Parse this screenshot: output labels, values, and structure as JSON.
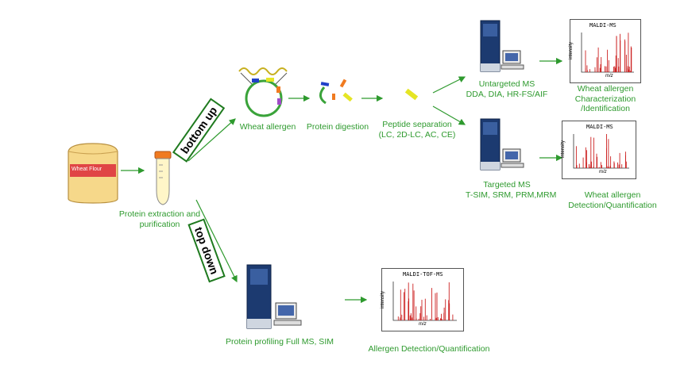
{
  "flour_label": "Wheat Flour",
  "labels": {
    "extraction": [
      "Protein extraction and",
      "purification"
    ],
    "wheat_allergen": "Wheat allergen",
    "protein_digestion": "Protein digestion",
    "peptide_separation": [
      "Peptide separation",
      "(LC, 2D-LC, AC, CE)"
    ],
    "untargeted": [
      "Untargeted MS",
      "DDA, DIA, HR-FS/AIF"
    ],
    "targeted": [
      "Targeted MS",
      "T-SIM, SRM, PRM,MRM"
    ],
    "characterization": [
      "Wheat allergen",
      "Characterization",
      "/Identification"
    ],
    "detection": [
      "Wheat allergen",
      "Detection/Quantification"
    ],
    "profiling": "Protein profiling Full MS, SIM",
    "allergen_detection": "Allergen Detection/Quantification"
  },
  "tags": {
    "bottom_up": "bottom up",
    "top_down": "top down"
  },
  "spectra": [
    {
      "title": "MALDI-MS",
      "ylabel": "intensity",
      "xlabel": "m/z"
    },
    {
      "title": "MALDI-MS",
      "ylabel": "intensity",
      "xlabel": "m/z"
    },
    {
      "title": "MALDI-TOF-MS",
      "ylabel": "intensity",
      "xlabel": "m/z"
    }
  ],
  "colors": {
    "arrow": "#2e9a2e",
    "label": "#2e9a2e",
    "peaks": "#cc2222",
    "tag_border": "#1f7a1f"
  }
}
